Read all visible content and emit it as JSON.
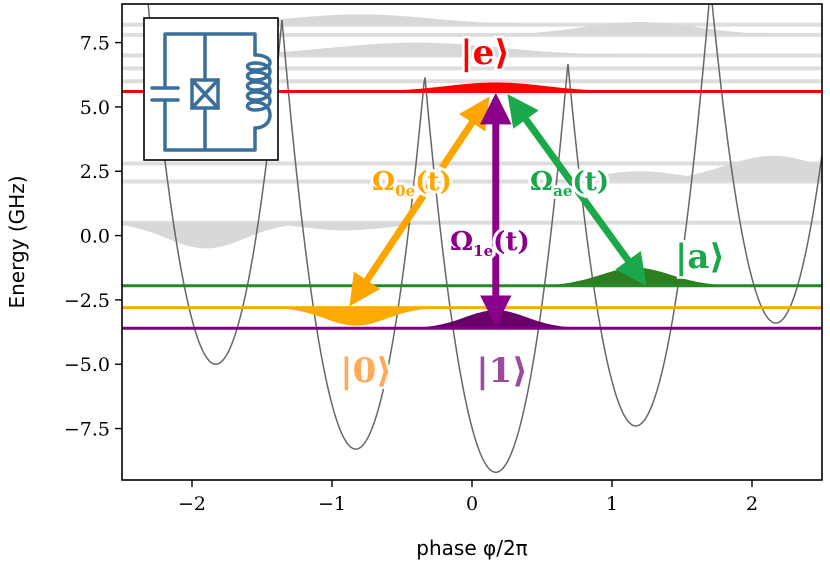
{
  "chart_data": {
    "type": "line",
    "xlabel": "phase φ/2π",
    "ylabel": "Energy (GHz)",
    "xlim": [
      -2.5,
      2.5
    ],
    "ylim": [
      -9.5,
      9.0
    ],
    "xticks": [
      -2,
      -1,
      0,
      1,
      2
    ],
    "xtick_labels": [
      "−2",
      "−1",
      "0",
      "1",
      "2"
    ],
    "yticks": [
      -7.5,
      -5.0,
      -2.5,
      0.0,
      2.5,
      5.0,
      7.5
    ],
    "ytick_labels": [
      "−7.5",
      "−5.0",
      "−2.5",
      "0.0",
      "2.5",
      "5.0",
      "7.5"
    ],
    "grid": false,
    "potential": {
      "name": "potential",
      "color": "#666666",
      "well_centers": [
        -1.83,
        -0.83,
        0.17,
        1.17,
        2.17
      ],
      "well_minima": [
        -5.0,
        -8.3,
        -9.2,
        -7.4,
        -3.4
      ],
      "curvature": 60
    },
    "levels": [
      {
        "id": "e",
        "label": "|e⟩",
        "energy": 5.6,
        "color": "#ff0000",
        "wf_center": 0.17,
        "wf_width": 0.35,
        "wf_height": 0.35
      },
      {
        "id": "a",
        "label": "|a⟩",
        "energy": -1.95,
        "color": "#228b22",
        "wf_center": 1.17,
        "wf_width": 0.25,
        "wf_height": 0.7
      },
      {
        "id": "0",
        "label": "|0⟩",
        "energy": -2.8,
        "color": "#ffaa00",
        "wf_center": -0.83,
        "wf_width": 0.22,
        "wf_height": -0.7
      },
      {
        "id": "1",
        "label": "|1⟩",
        "energy": -3.6,
        "color": "#800080",
        "wf_center": 0.17,
        "wf_width": 0.22,
        "wf_height": 0.7
      }
    ],
    "background_levels": [
      8.2,
      7.8,
      7.0,
      6.5,
      6.0,
      2.8,
      2.1,
      0.5
    ],
    "transitions": [
      {
        "label": "Ω",
        "sub": "0e",
        "suffix": "(t)",
        "color": "#ffa500",
        "from": "e",
        "to": "0"
      },
      {
        "label": "Ω",
        "sub": "1e",
        "suffix": "(t)",
        "color": "#8b008b",
        "from": "e",
        "to": "1"
      },
      {
        "label": "Ω",
        "sub": "ae",
        "suffix": "(t)",
        "color": "#1aa84a",
        "from": "e",
        "to": "a"
      }
    ],
    "circuit_color": "#3a6f9c"
  }
}
